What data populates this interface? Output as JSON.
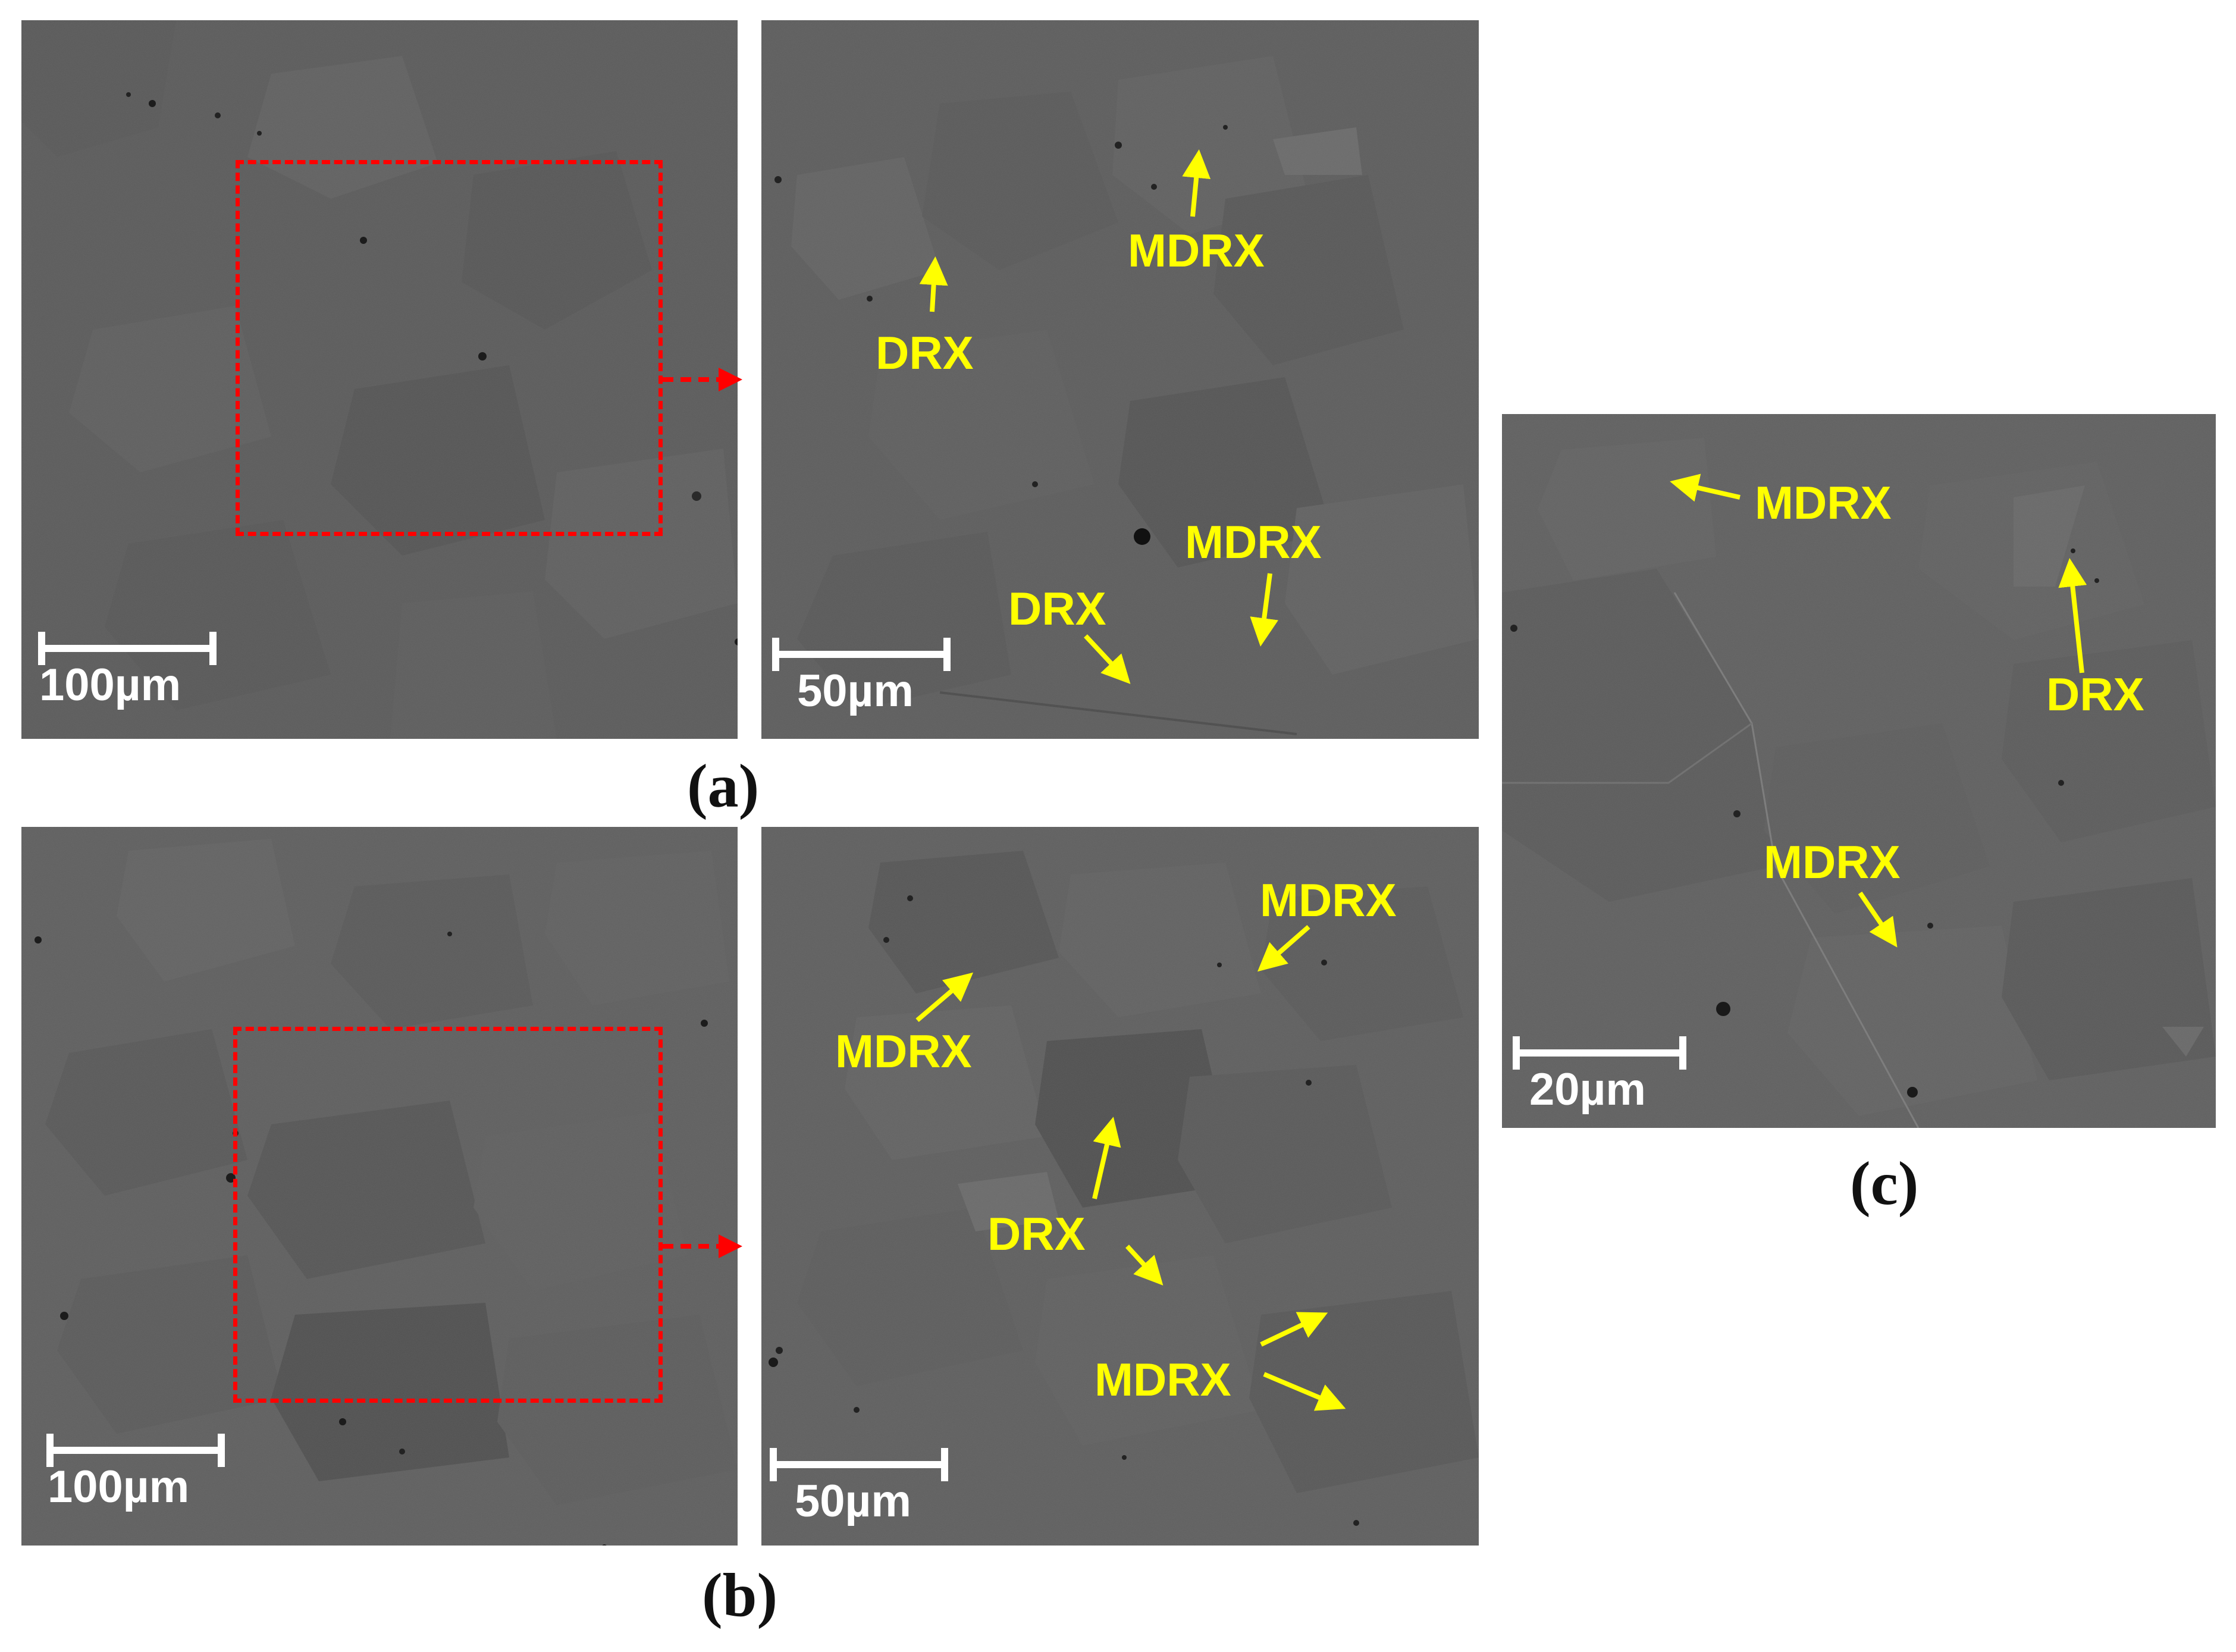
{
  "panels": {
    "a_left": {
      "scale_label": "100µm"
    },
    "a_right": {
      "scale_label": "50µm",
      "labels": [
        "MDRX",
        "DRX",
        "MDRX",
        "DRX"
      ]
    },
    "b_left": {
      "scale_label": "100µm"
    },
    "b_right": {
      "scale_label": "50µm",
      "labels": [
        "MDRX",
        "MDRX",
        "DRX",
        "MDRX"
      ]
    },
    "c": {
      "scale_label": "20µm",
      "labels": [
        "MDRX",
        "DRX",
        "MDRX"
      ]
    }
  },
  "captions": {
    "a": "(a)",
    "b": "(b)",
    "c": "(c)"
  },
  "colors": {
    "annotation": "#ffff00",
    "roi": "#ff0000",
    "scalebar": "#ffffff",
    "background_sem": "#5b5b5b"
  }
}
